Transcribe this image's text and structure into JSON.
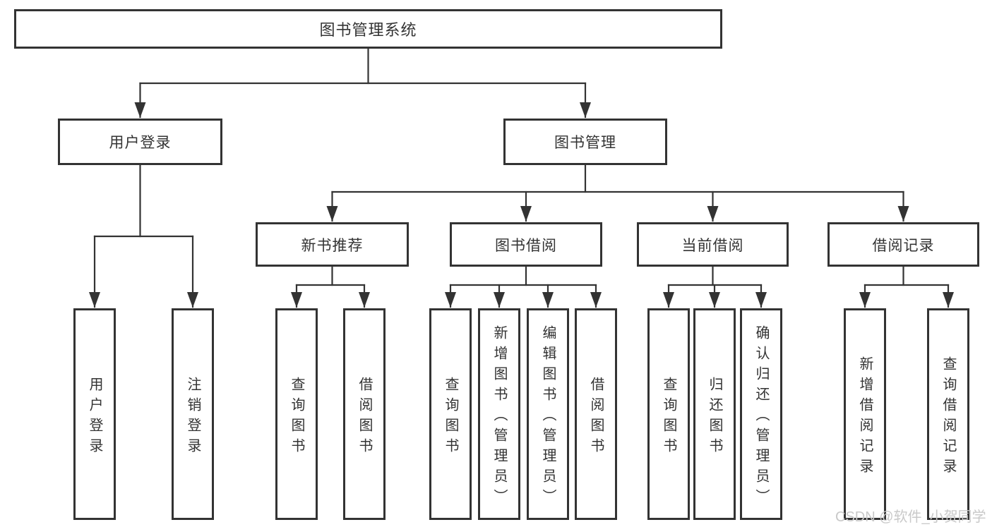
{
  "diagram_type": "hierarchy-tree",
  "tree": {
    "root": {
      "label": "图书管理系统",
      "children": [
        {
          "label": "用户登录",
          "children": [
            {
              "label": "用户登录"
            },
            {
              "label": "注销登录"
            }
          ]
        },
        {
          "label": "图书管理",
          "children": [
            {
              "label": "新书推荐",
              "children": [
                {
                  "label": "查询图书"
                },
                {
                  "label": "借阅图书"
                }
              ]
            },
            {
              "label": "图书借阅",
              "children": [
                {
                  "label": "查询图书"
                },
                {
                  "label": "新增图书（管理员）"
                },
                {
                  "label": "编辑图书（管理员）"
                },
                {
                  "label": "借阅图书"
                }
              ]
            },
            {
              "label": "当前借阅",
              "children": [
                {
                  "label": "查询图书"
                },
                {
                  "label": "归还图书"
                },
                {
                  "label": "确认归还（管理员）"
                }
              ]
            },
            {
              "label": "借阅记录",
              "children": [
                {
                  "label": "新增借阅记录"
                },
                {
                  "label": "查询借阅记录"
                }
              ]
            }
          ]
        }
      ]
    }
  },
  "watermark": {
    "text": "CSDN @软件_小贺同学",
    "color": "#c9c9c9"
  },
  "colors": {
    "line": "#333333",
    "border": "#333333",
    "text": "#333333",
    "background": "#ffffff"
  }
}
